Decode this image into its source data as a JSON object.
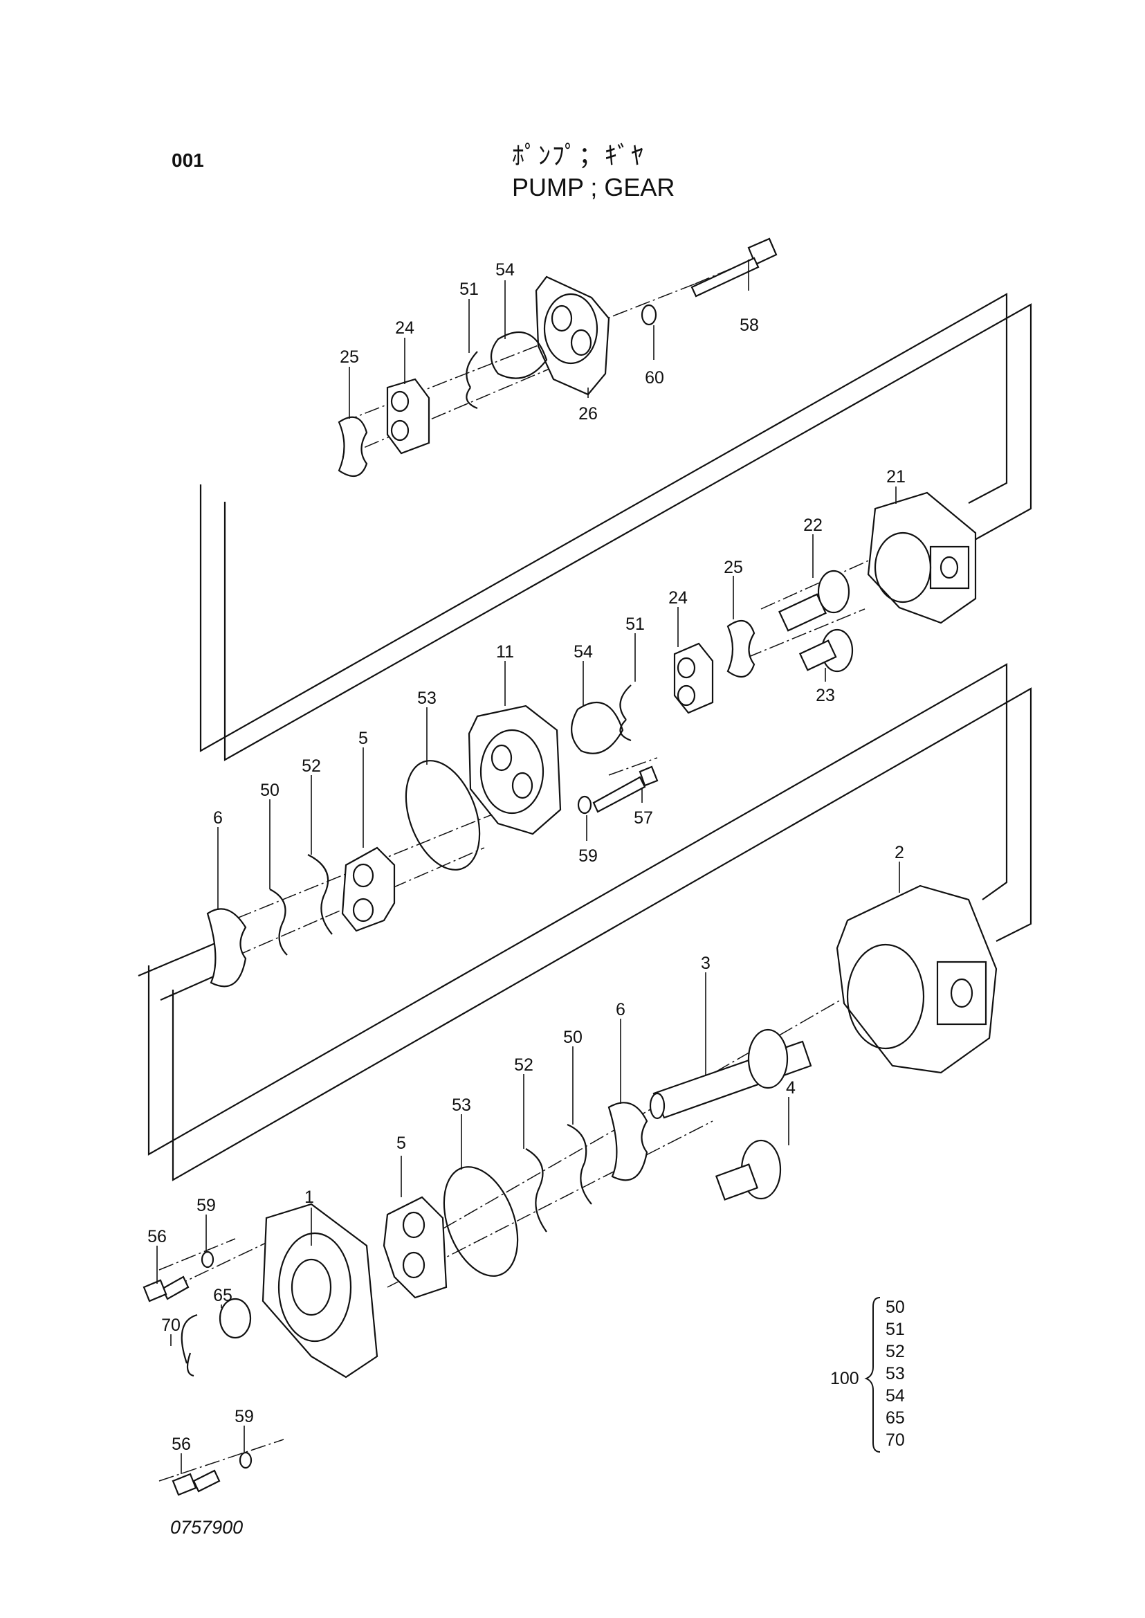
{
  "header": {
    "page_number": "001",
    "title_jp": "ﾎﾟﾝﾌﾟ；ｷﾞﾔ",
    "title_en": "PUMP ; GEAR"
  },
  "footer": {
    "drawing_number": "0757900"
  },
  "callouts": [
    {
      "id": "c58",
      "label": "58"
    },
    {
      "id": "c54a",
      "label": "54"
    },
    {
      "id": "c51a",
      "label": "51"
    },
    {
      "id": "c24a",
      "label": "24"
    },
    {
      "id": "c25a",
      "label": "25"
    },
    {
      "id": "c26",
      "label": "26"
    },
    {
      "id": "c60",
      "label": "60"
    },
    {
      "id": "c21",
      "label": "21"
    },
    {
      "id": "c22",
      "label": "22"
    },
    {
      "id": "c23",
      "label": "23"
    },
    {
      "id": "c25b",
      "label": "25"
    },
    {
      "id": "c24b",
      "label": "24"
    },
    {
      "id": "c51b",
      "label": "51"
    },
    {
      "id": "c54b",
      "label": "54"
    },
    {
      "id": "c11",
      "label": "11"
    },
    {
      "id": "c53a",
      "label": "53"
    },
    {
      "id": "c5a",
      "label": "5"
    },
    {
      "id": "c52a",
      "label": "52"
    },
    {
      "id": "c50a",
      "label": "50"
    },
    {
      "id": "c6a",
      "label": "6"
    },
    {
      "id": "c57",
      "label": "57"
    },
    {
      "id": "c59a",
      "label": "59"
    },
    {
      "id": "c2",
      "label": "2"
    },
    {
      "id": "c3",
      "label": "3"
    },
    {
      "id": "c4",
      "label": "4"
    },
    {
      "id": "c6b",
      "label": "6"
    },
    {
      "id": "c50b",
      "label": "50"
    },
    {
      "id": "c52b",
      "label": "52"
    },
    {
      "id": "c53b",
      "label": "53"
    },
    {
      "id": "c5b",
      "label": "5"
    },
    {
      "id": "c1",
      "label": "1"
    },
    {
      "id": "c59b",
      "label": "59"
    },
    {
      "id": "c56a",
      "label": "56"
    },
    {
      "id": "c65",
      "label": "65"
    },
    {
      "id": "c70",
      "label": "70"
    },
    {
      "id": "c59c",
      "label": "59"
    },
    {
      "id": "c56b",
      "label": "56"
    }
  ],
  "kit": {
    "label": "100",
    "items": [
      "50",
      "51",
      "52",
      "53",
      "54",
      "65",
      "70"
    ]
  }
}
